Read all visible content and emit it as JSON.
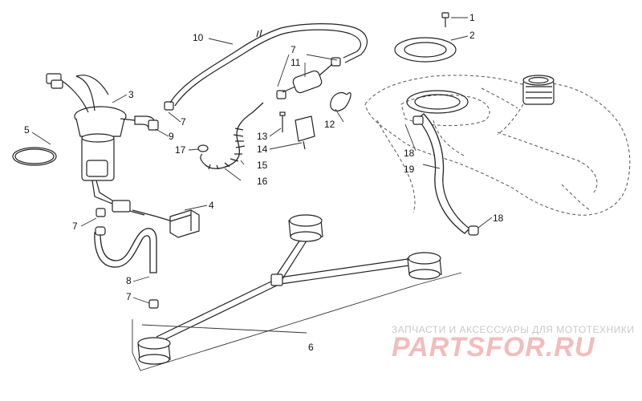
{
  "diagram": {
    "callouts": [
      {
        "id": "c1",
        "label": "1"
      },
      {
        "id": "c2",
        "label": "2"
      },
      {
        "id": "c3",
        "label": "3"
      },
      {
        "id": "c4",
        "label": "4"
      },
      {
        "id": "c5",
        "label": "5"
      },
      {
        "id": "c6",
        "label": "6"
      },
      {
        "id": "c7a",
        "label": "7"
      },
      {
        "id": "c7b",
        "label": "7"
      },
      {
        "id": "c7c",
        "label": "7"
      },
      {
        "id": "c7d",
        "label": "7"
      },
      {
        "id": "c8",
        "label": "8"
      },
      {
        "id": "c9",
        "label": "9"
      },
      {
        "id": "c10",
        "label": "10"
      },
      {
        "id": "c11",
        "label": "11"
      },
      {
        "id": "c12",
        "label": "12"
      },
      {
        "id": "c13",
        "label": "13"
      },
      {
        "id": "c14",
        "label": "14"
      },
      {
        "id": "c15",
        "label": "15"
      },
      {
        "id": "c16",
        "label": "16"
      },
      {
        "id": "c17",
        "label": "17"
      },
      {
        "id": "c18a",
        "label": "18"
      },
      {
        "id": "c18b",
        "label": "18"
      },
      {
        "id": "c19",
        "label": "19"
      }
    ]
  },
  "watermark": {
    "subtitle": "ЗАПЧАСТИ И АКСЕССУАРЫ ДЛЯ МОТОТЕХНИКИ",
    "logo": "PARTSFOR.RU",
    "color": "#f3bcbc"
  }
}
